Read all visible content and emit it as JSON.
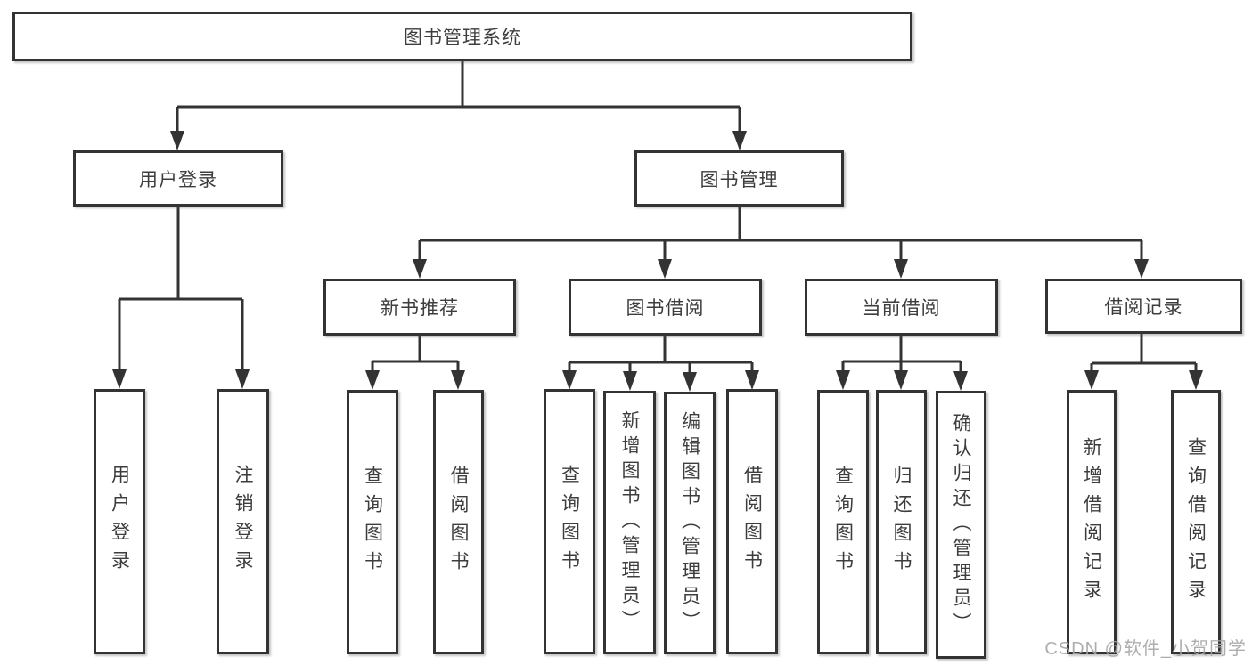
{
  "nodes": {
    "root": {
      "label": "图书管理系统"
    },
    "user_login": {
      "label": "用户登录"
    },
    "book_mgmt": {
      "label": "图书管理"
    },
    "new_book_rec": {
      "label": "新书推荐"
    },
    "book_borrow": {
      "label": "图书借阅"
    },
    "current_borrow": {
      "label": "当前借阅"
    },
    "borrow_record": {
      "label": "借阅记录"
    },
    "leaf_user_login": {
      "label": "用户登录"
    },
    "leaf_logout": {
      "label": "注销登录"
    },
    "leaf_nbr_query": {
      "label": "查询图书"
    },
    "leaf_nbr_borrow": {
      "label": "借阅图书"
    },
    "leaf_bb_query": {
      "label": "查询图书"
    },
    "leaf_bb_add": {
      "label": "新增图书（管理员）"
    },
    "leaf_bb_edit": {
      "label": "编辑图书（管理员）"
    },
    "leaf_bb_borrow": {
      "label": "借阅图书"
    },
    "leaf_cb_query": {
      "label": "查询图书"
    },
    "leaf_cb_return": {
      "label": "归还图书"
    },
    "leaf_cb_confirm": {
      "label": "确认归还（管理员）"
    },
    "leaf_br_add": {
      "label": "新增借阅记录"
    },
    "leaf_br_query": {
      "label": "查询借阅记录"
    }
  },
  "structure": {
    "root": [
      "user_login",
      "book_mgmt"
    ],
    "user_login": [
      "leaf_user_login",
      "leaf_logout"
    ],
    "book_mgmt": [
      "new_book_rec",
      "book_borrow",
      "current_borrow",
      "borrow_record"
    ],
    "new_book_rec": [
      "leaf_nbr_query",
      "leaf_nbr_borrow"
    ],
    "book_borrow": [
      "leaf_bb_query",
      "leaf_bb_add",
      "leaf_bb_edit",
      "leaf_bb_borrow"
    ],
    "current_borrow": [
      "leaf_cb_query",
      "leaf_cb_return",
      "leaf_cb_confirm"
    ],
    "borrow_record": [
      "leaf_br_add",
      "leaf_br_query"
    ]
  },
  "watermark": {
    "text": "CSDN @软件_小贺同学"
  },
  "colors": {
    "line": "#333333",
    "box_border": "#333333",
    "box_background": "#ffffff",
    "text": "#3d3d3d",
    "watermark": "#a6a6a6",
    "background": "#ffffff"
  }
}
